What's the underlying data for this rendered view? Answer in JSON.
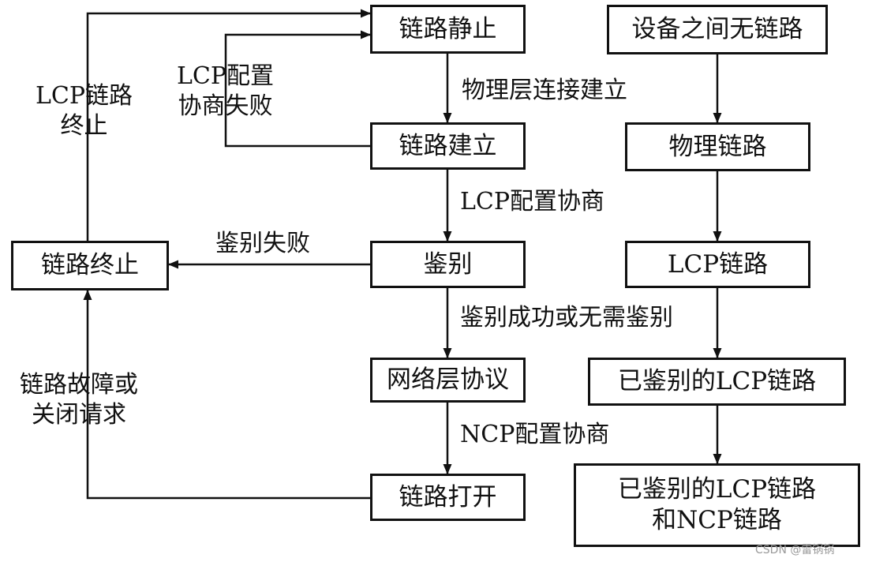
{
  "diagram": {
    "nodes": {
      "link_idle": "链路静止",
      "link_establish": "链路建立",
      "auth": "鉴别",
      "network_protocol": "网络层协议",
      "link_open": "链路打开",
      "link_terminate": "链路终止",
      "no_link": "设备之间无链路",
      "physical_link": "物理链路",
      "lcp_link": "LCP链路",
      "auth_lcp_link": "已鉴别的LCP链路",
      "auth_lcp_ncp_link": "已鉴别的LCP链路\n和NCP链路"
    },
    "edges": {
      "physical_up": "物理层连接建立",
      "lcp_negotiate": "LCP配置协商",
      "auth_ok": "鉴别成功或无需鉴别",
      "ncp_negotiate": "NCP配置协商",
      "auth_fail": "鉴别失败",
      "lcp_fail": "LCP配置\n协商失败",
      "lcp_terminate": "LCP链路\n终止",
      "fault_or_close": "链路故障或\n关闭请求"
    },
    "colors": {
      "line": "#111111",
      "background": "#ffffff"
    }
  },
  "watermark": "CSDN @雷锅锅"
}
